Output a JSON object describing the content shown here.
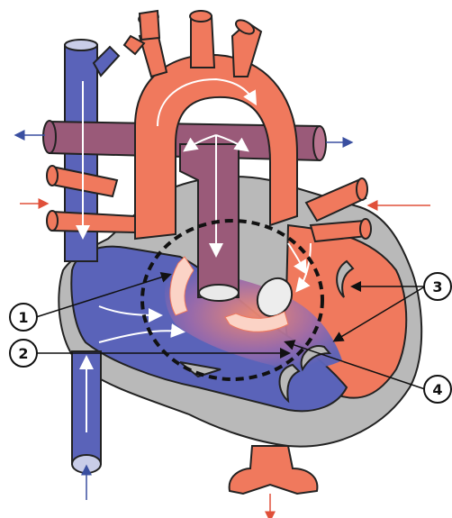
{
  "diagram": {
    "callouts": [
      {
        "id": "1",
        "label": "1"
      },
      {
        "id": "2",
        "label": "2"
      },
      {
        "id": "3",
        "label": "3"
      },
      {
        "id": "4",
        "label": "4"
      }
    ]
  },
  "colors": {
    "oxygenated_red": "#f0795d",
    "deoxygenated_blue": "#5a63b9",
    "mixed_purple": "#9a5a79",
    "wall_gray": "#b9b9b9",
    "outline": "#222222",
    "flow_arrow_blue": "#3a4fa0",
    "flow_arrow_red": "#e0503a",
    "defect_boundary": "#111111"
  },
  "icons": [
    "flow-arrow-white",
    "valve-leaflet",
    "dashed-circle-defect"
  ]
}
